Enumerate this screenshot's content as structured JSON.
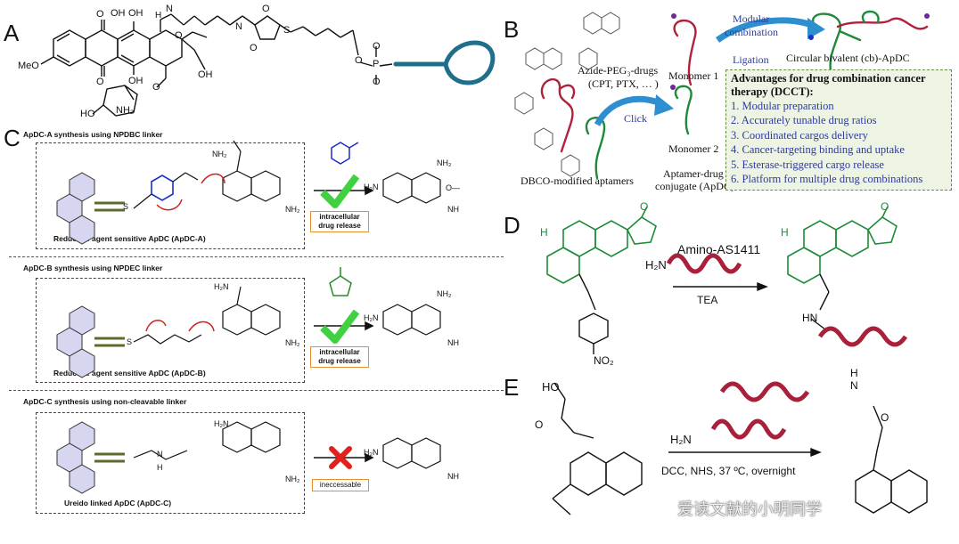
{
  "panels": {
    "a": "A",
    "b": "B",
    "c": "C",
    "d": "D",
    "e": "E"
  },
  "panel_a": {
    "atoms": {
      "oh1": "OH",
      "oh2": "OH",
      "oh3": "OH",
      "o1": "O",
      "o2": "O",
      "o3": "O",
      "meo": "MeO",
      "o4": "O",
      "nh2": "NH₂",
      "ho": "HO",
      "n": "N",
      "o5": "O",
      "o6": "O",
      "s": "S",
      "p": "P",
      "op1": "O",
      "op2": "O",
      "op3": "O",
      "hn": "H",
      "nn": "N"
    }
  },
  "panel_b": {
    "azide_label_line1": "Azide-PEG₃-drugs",
    "azide_label_line2": "(CPT, PTX, … )",
    "monomer1": "Monomer 1",
    "monomer2": "Monomer 2",
    "modular_line1": "Modular",
    "modular_line2": "combination",
    "ligation": "Ligation",
    "click": "Click",
    "circular": "Circular bivalent (cb)-ApDC",
    "dbco": "DBCO-modified aptamers",
    "aptamer_line1": "Aptamer-drug",
    "aptamer_line2": "conjugate (ApDC)",
    "advantages_title_line1": "Advantages for drug combination cancer",
    "advantages_title_line2": "therapy (DCCT):",
    "advantages": [
      "1. Modular preparation",
      "2. Accurately tunable drug ratios",
      "3. Coordinated cargos delivery",
      "4. Cancer-targeting binding and uptake",
      "5. Esterase-triggered cargo release",
      "6. Platform for multiple drug combinations"
    ]
  },
  "panel_c": {
    "section1_title": "ApDC-A synthesis using NPDBC linker",
    "section1_caption": "Reductive agent sensitive ApDC (ApDC-A)",
    "section2_title": "ApDC-B synthesis using NPDEC linker",
    "section2_caption": "Reductive agent sensitive ApDC (ApDC-B)",
    "section3_title": "ApDC-C synthesis using non-cleavable linker",
    "section3_caption": "Ureido linked ApDC (ApDC-C)",
    "release_line1": "intracellular",
    "release_line2": "drug release",
    "inaccessible": "ineccessable",
    "atoms": {
      "nh2": "NH₂",
      "o": "O",
      "n": "N",
      "s": "S",
      "nh": "NH",
      "h2n": "H₂N",
      "ome": "O—",
      "h": "H"
    }
  },
  "panel_d": {
    "reagent": "Amino-AS1411",
    "h2n": "H₂N",
    "condition": "TEA",
    "no2": "NO₂",
    "hn": "HN",
    "h": "H",
    "o": "O"
  },
  "panel_e": {
    "ho": "HO",
    "h2n": "H₂N",
    "condition": "DCC, NHS, 37 ºC, overnight",
    "n": "N",
    "h": "H",
    "o": "O"
  },
  "watermark": "爱读文献的小明同学",
  "colors": {
    "teal": "#1f6f8b",
    "red": "#b0223b",
    "green": "#1e8a3a",
    "blue": "#1b2ec9",
    "purple": "#7a2fa0",
    "arrow_blue": "#2d8fd0",
    "orange": "#e8912c",
    "check": "#3fd13f",
    "cross": "#e0211c"
  }
}
